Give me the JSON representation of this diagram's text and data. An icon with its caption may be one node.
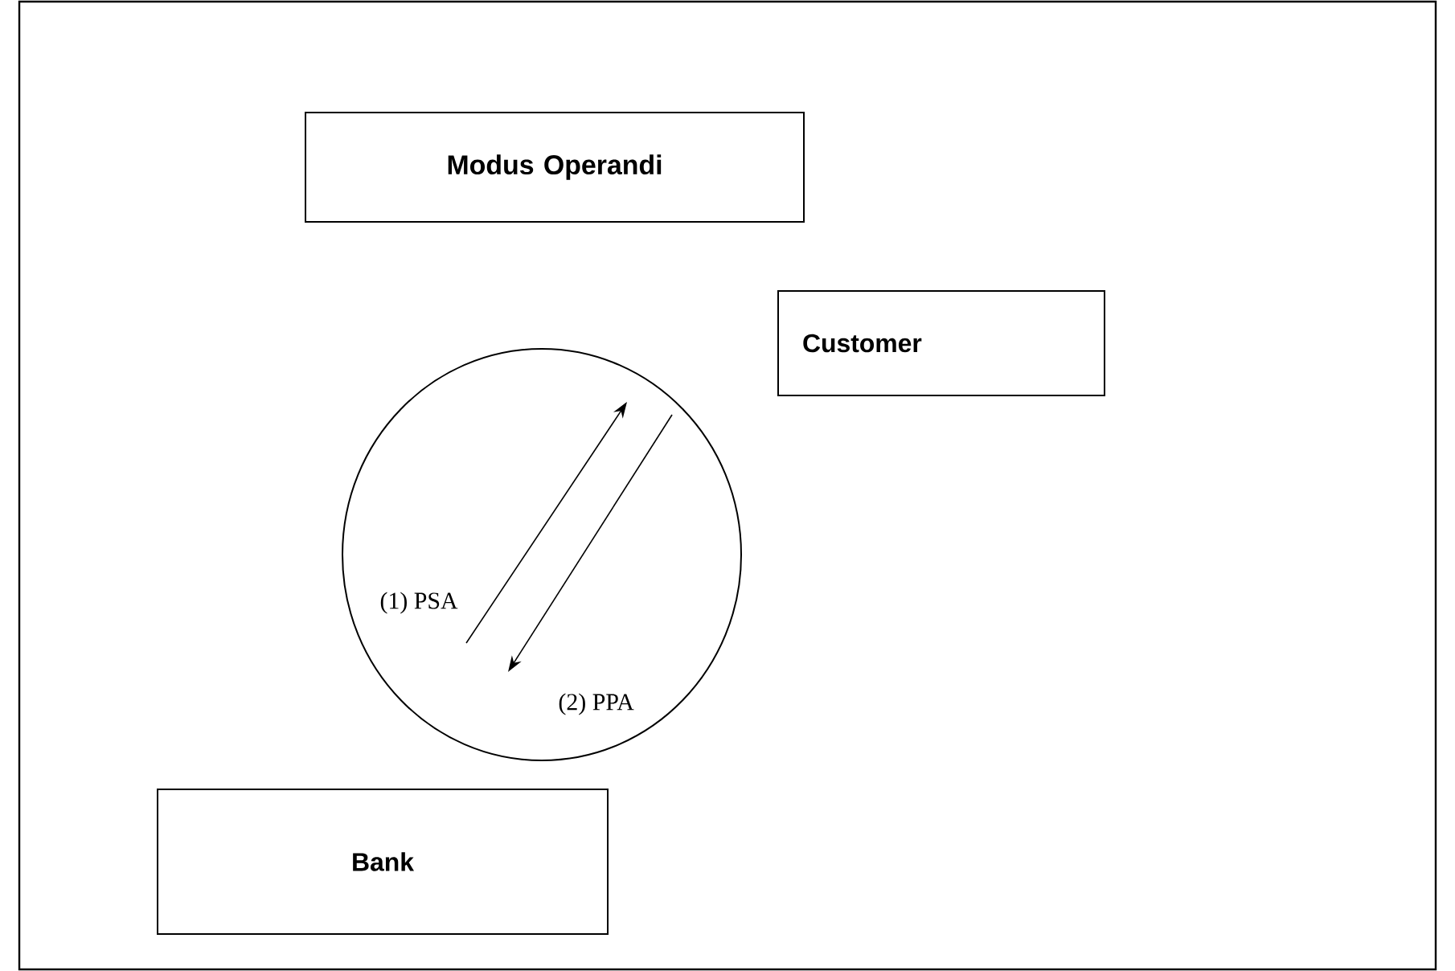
{
  "diagram": {
    "nodes": [
      {
        "text": [
          "Modus Operandi"
        ]
      },
      {
        "text": [
          "Customer"
        ]
      },
      {
        "text": [],
        "shape": "ellipse"
      },
      {
        "text": [
          "Bank"
        ]
      }
    ],
    "labels": [
      "(1) PSA",
      "(2) PPA"
    ]
  }
}
